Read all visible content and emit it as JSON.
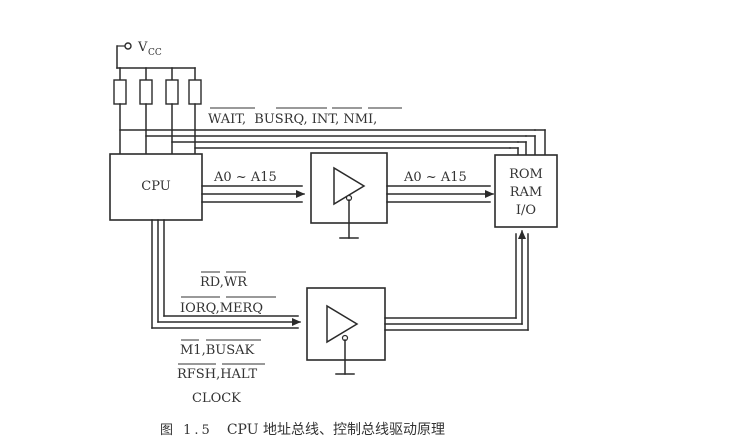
{
  "diagram": {
    "vcc": "V",
    "vcc_sub": "CC",
    "cpu": "CPU",
    "mem_lines": [
      "ROM",
      "RAM",
      "I/O"
    ],
    "top_bus_signals": [
      "WAIT",
      "BUSRQ",
      "INT",
      "NMI"
    ],
    "addr_in": "A0 ~ A15",
    "addr_out": "A0 ~ A15",
    "ctrl_line1": [
      "RD",
      "WR"
    ],
    "ctrl_line2": [
      "IORQ",
      "MERQ"
    ],
    "ctrl_line3": [
      "M1",
      "BUSAK"
    ],
    "ctrl_line4": [
      "RFSH",
      "HALT"
    ],
    "ctrl_line5": "CLOCK"
  },
  "caption": {
    "number": "图 1.5",
    "title": "CPU 地址总线、控制总线驱动原理"
  }
}
